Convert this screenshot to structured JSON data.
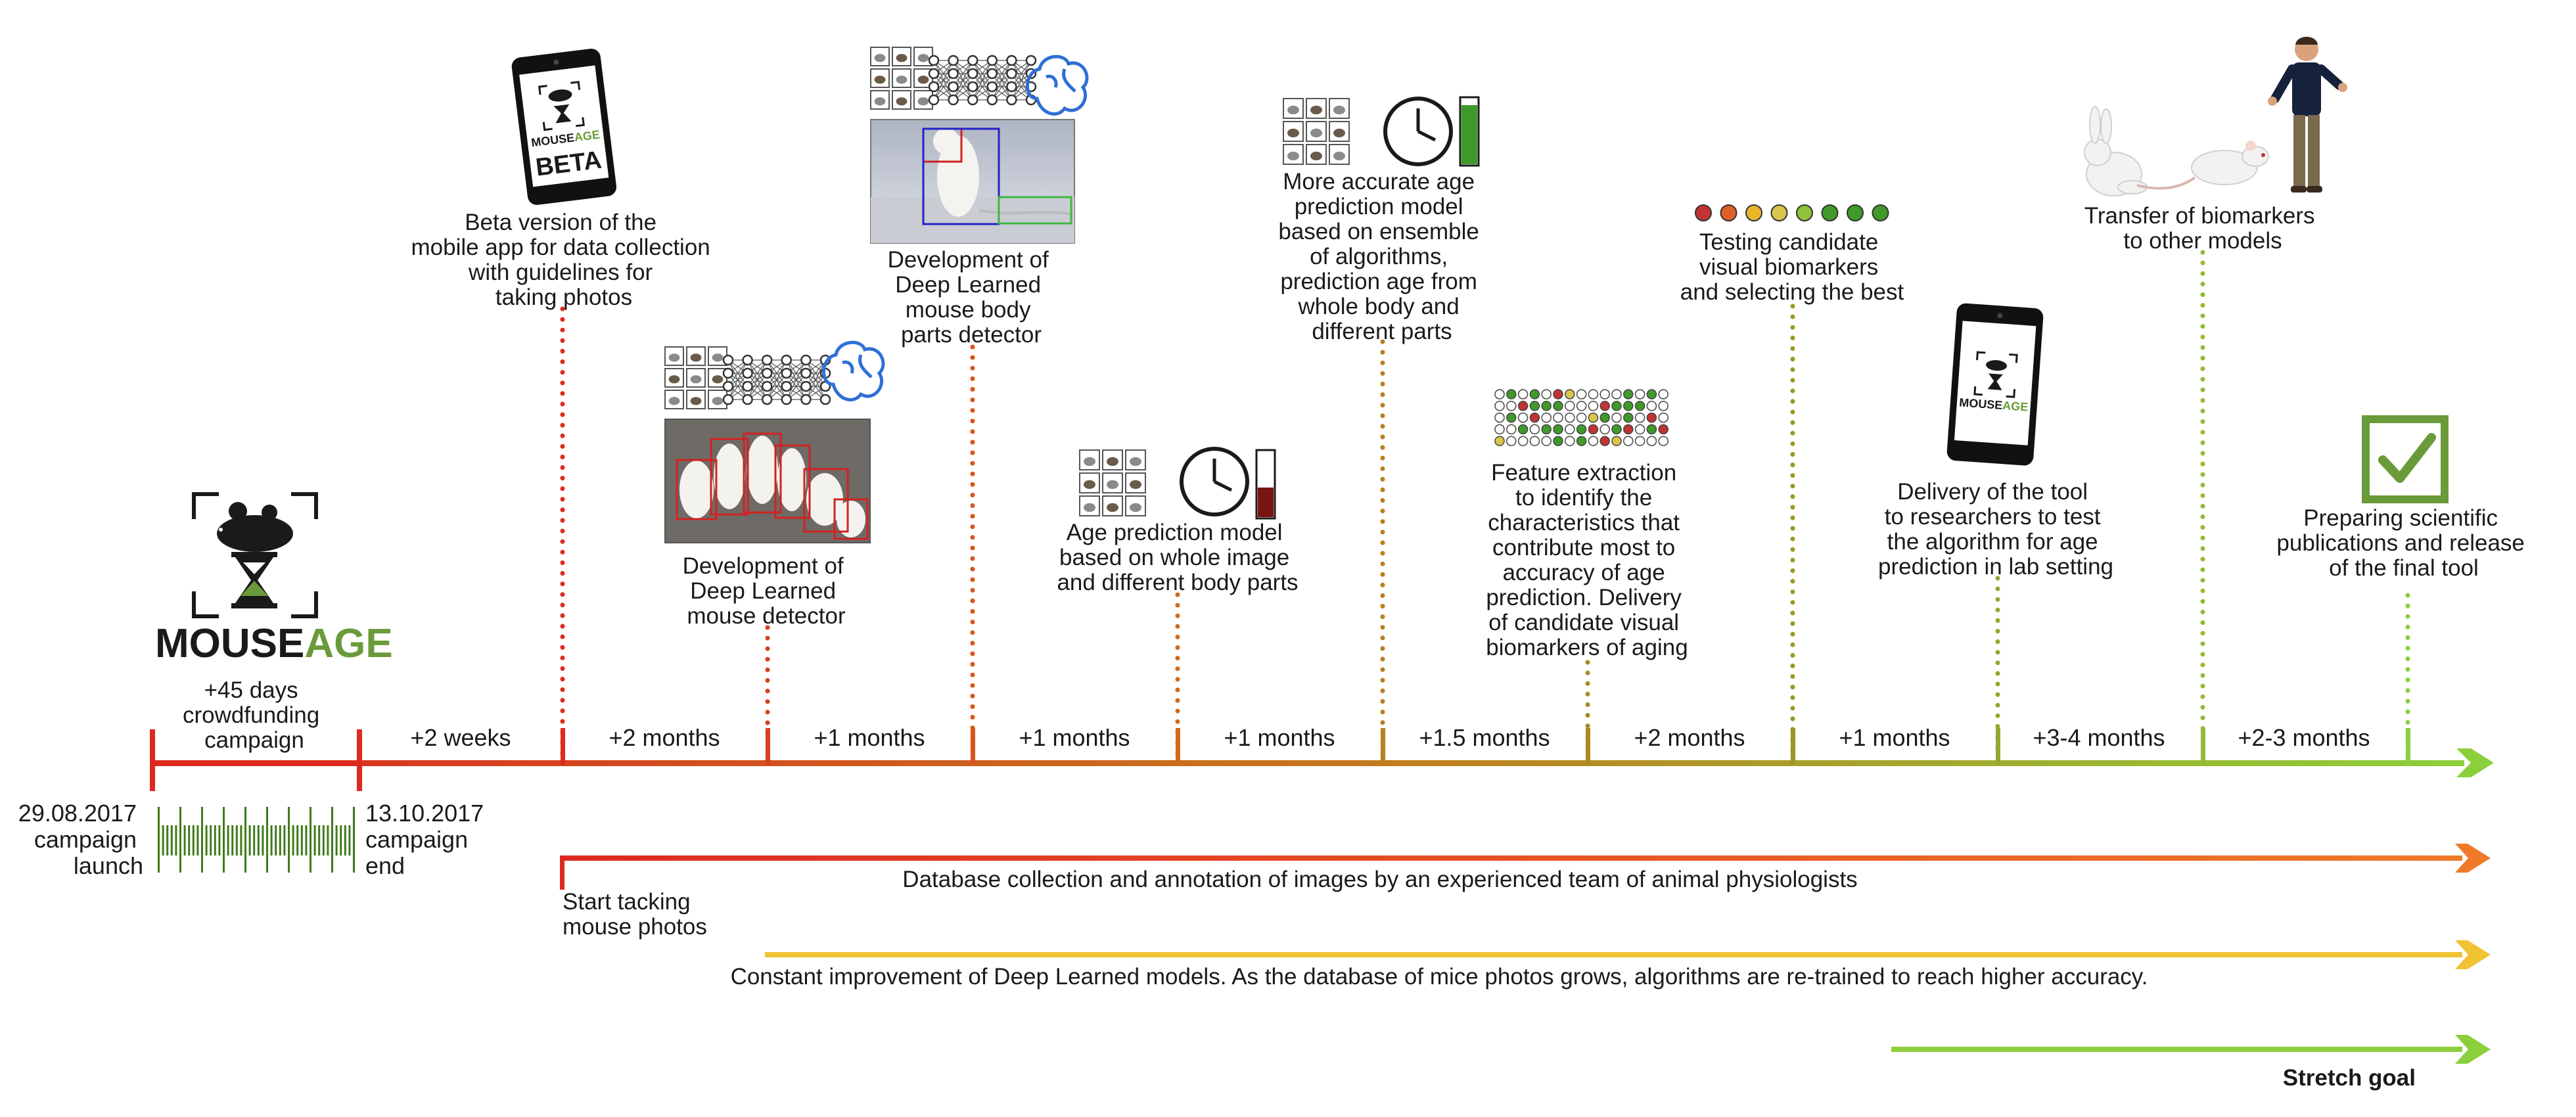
{
  "logo": {
    "text_left": "MOUSE",
    "text_right": "AGE"
  },
  "phone_beta": {
    "brand_left": "MOUSE",
    "brand_right": "AGE",
    "badge": "BETA"
  },
  "phone_final": {
    "brand_left": "MOUSE",
    "brand_right": "AGE"
  },
  "colors": {
    "timeline_start": "#dd2a20",
    "timeline_end": "#8ccf3c",
    "brand_green": "#6b9a3a",
    "barcode_green": "#3f7a1a",
    "collection_bar_start": "#dd2a20",
    "collection_bar_end": "#ef7a2a",
    "improvement_bar": "#f1c232",
    "stretch_bar": "#8ccf3c"
  },
  "dates": {
    "launch": [
      "29.08.2017",
      "campaign",
      "launch"
    ],
    "end": [
      "13.10.2017",
      "campaign",
      "end"
    ]
  },
  "campaign_label": [
    "+45 days",
    "crowdfunding",
    "campaign"
  ],
  "intervals": [
    "+2 weeks",
    "+2 months",
    "+1 months",
    "+1 months",
    "+1 months",
    "+1.5 months",
    "+2 months",
    "+1 months",
    "+3-4 months",
    "+2-3 months"
  ],
  "milestones": [
    {
      "id": "beta-app",
      "lines": [
        "Beta version of the",
        "mobile app for data collection",
        "with guidelines for",
        "taking photos"
      ]
    },
    {
      "id": "mouse-detector",
      "lines": [
        "Development of",
        "Deep Learned",
        "mouse detector"
      ]
    },
    {
      "id": "body-parts-detector",
      "lines": [
        "Development of",
        "Deep Learned",
        "mouse body",
        "parts detector"
      ]
    },
    {
      "id": "age-model",
      "lines": [
        "Age prediction model",
        "based on whole image",
        "and different body parts"
      ]
    },
    {
      "id": "ensemble-model",
      "lines": [
        "More accurate age",
        "prediction model",
        "based on ensemble",
        "of algorithms,",
        "prediction age from",
        "whole body and",
        "different parts"
      ]
    },
    {
      "id": "feature-extraction",
      "lines": [
        "Feature extraction",
        "to identify the",
        "characteristics that",
        "contribute most to",
        "accuracy of age",
        "prediction. Delivery",
        "of candidate visual",
        "biomarkers of aging"
      ]
    },
    {
      "id": "biomarker-testing",
      "lines": [
        "Testing candidate",
        "visual biomarkers",
        "and selecting the best"
      ]
    },
    {
      "id": "tool-delivery",
      "lines": [
        "Delivery of the tool",
        "to researchers to test",
        "the algorithm for age",
        "prediction in lab setting"
      ]
    },
    {
      "id": "biomarker-transfer",
      "lines": [
        "Transfer of biomarkers",
        "to other models"
      ]
    },
    {
      "id": "publications",
      "lines": [
        "Preparing scientific",
        "publications and release",
        "of the final tool"
      ]
    }
  ],
  "bars": {
    "collection": "Database collection and annotation of images by an experienced team of animal physiologists",
    "collection_start": [
      "Start tacking",
      "mouse photos"
    ],
    "improvement": "Constant improvement of Deep Learned models. As the database of mice photos grows, algorithms are re-trained to reach higher accuracy.",
    "stretch": "Stretch goal"
  }
}
